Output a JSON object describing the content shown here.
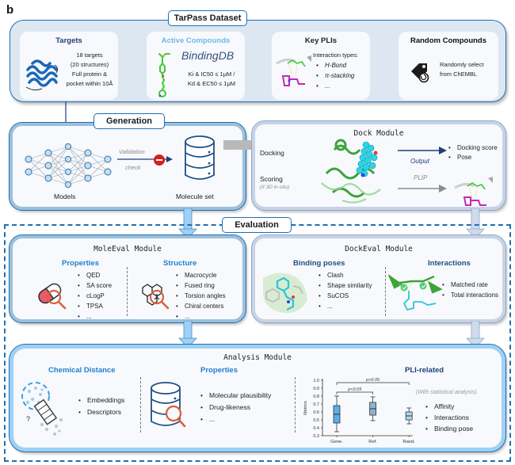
{
  "panel_label": "b",
  "dataset": {
    "title": "TarPass Dataset",
    "cards": [
      {
        "title": "Targets",
        "title_color": "#1e3f7a",
        "lines": [
          "18 targets",
          "(20 structures)",
          "Full protein &",
          "pocket within 10Å"
        ]
      },
      {
        "title": "Active Compounds",
        "title_color": "#6fb7ef",
        "logo": "BindingDB",
        "lines": [
          "Ki & IC50 ≤ 1μM /",
          "Kd & EC50 ≤ 1μM"
        ]
      },
      {
        "title": "Key PLIs",
        "title_color": "#222222",
        "intro": "Interaction types:",
        "items": [
          "H-Bond",
          "π-stacking",
          "..."
        ]
      },
      {
        "title": "Random Compounds",
        "title_color": "#111111",
        "lines": [
          "Randomly select",
          "from ChEMBL"
        ]
      }
    ]
  },
  "generation": {
    "title": "Generation",
    "models_label": "Models",
    "validation_label_1": "Validation",
    "validation_label_2": "check",
    "molecule_set_label": "Molecule set"
  },
  "dock": {
    "title": "Dock Module",
    "docking_label": "Docking",
    "scoring_label": "Scoring",
    "scoring_note": "(If 3D in-situ)",
    "output_label": "Output",
    "plip_label": "PLIP",
    "outputs": [
      "Docking score",
      "Pose"
    ]
  },
  "evaluation": {
    "title": "Evaluation"
  },
  "moleeval": {
    "title": "MoleEval Module",
    "properties": {
      "title": "Properties",
      "items": [
        "QED",
        "SA score",
        "cLogP",
        "TPSA",
        "..."
      ]
    },
    "structure": {
      "title": "Structure",
      "items": [
        "Macrocycle",
        "Fused ring",
        "Torsion angles",
        "Chiral centers",
        "..."
      ]
    }
  },
  "dockeval": {
    "title": "DockEval Module",
    "binding_poses": {
      "title": "Binding poses",
      "items": [
        "Clash",
        "Shape similarity",
        "SuCOS",
        "..."
      ]
    },
    "interactions": {
      "title": "Interactions",
      "items": [
        "Matched rate",
        "Total interactions"
      ]
    }
  },
  "analysis": {
    "title": "Analysis Module",
    "chemical_distance": {
      "title": "Chemical Distance",
      "items": [
        "Embeddings",
        "Descriptors"
      ]
    },
    "properties": {
      "title": "Properties",
      "items": [
        "Molecular plausibility",
        "Drug-likeness",
        "..."
      ]
    },
    "pli": {
      "title": "PLI-related",
      "note": "(With statistical analysis)",
      "items": [
        "Affinity",
        "Interactions",
        "Binding pose"
      ]
    }
  },
  "colors": {
    "primary_blue": "#1f6fb2",
    "light_blue": "#9fd0f5",
    "accent_blue": "#1f7fd1",
    "navy": "#1e3f7a",
    "red_stop": "#d81e1e",
    "magnifier": "#d9603f"
  },
  "chart_data": {
    "type": "boxplot",
    "title": "",
    "xlabel": "",
    "ylabel": "Metrics",
    "categories": [
      "Gene.",
      "Ref.",
      "Rand."
    ],
    "ylim": [
      0.3,
      1.0
    ],
    "yticks": [
      "0.3",
      "0.4",
      "0.5",
      "0.6",
      "0.7",
      "0.8",
      "0.9",
      "1.0"
    ],
    "series": [
      {
        "name": "Gene.",
        "min": 0.35,
        "q1": 0.46,
        "median": 0.57,
        "q3": 0.68,
        "max": 0.8,
        "color": "#5aaee8"
      },
      {
        "name": "Ref.",
        "min": 0.49,
        "q1": 0.56,
        "median": 0.64,
        "q3": 0.72,
        "max": 0.79,
        "color": "#8fb3d6"
      },
      {
        "name": "Rand.",
        "min": 0.45,
        "q1": 0.5,
        "median": 0.55,
        "q3": 0.6,
        "max": 0.65,
        "color": "#a9dbee"
      }
    ],
    "annotations": [
      {
        "label": "p<0.05",
        "from": "Gene.",
        "to": "Ref."
      },
      {
        "label": "p>0.05",
        "from": "Gene.",
        "to": "Rand."
      }
    ],
    "grid": false
  }
}
